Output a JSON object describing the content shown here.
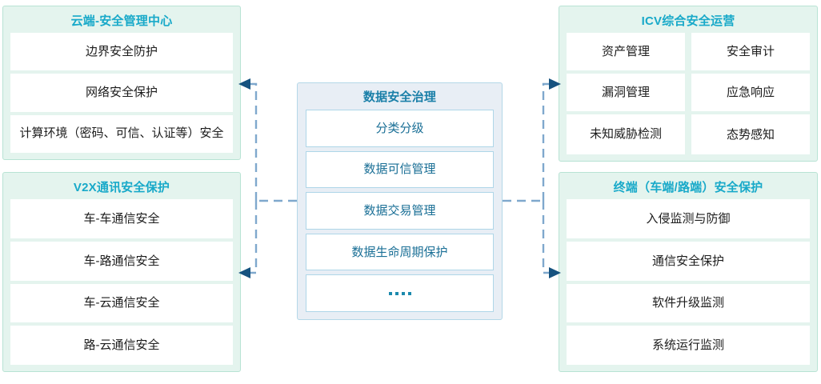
{
  "diagram": {
    "title_color": "#18a9c9",
    "center_title_color": "#1a7fa8",
    "panel_fill": "#e4f4ee",
    "center_fill": "#e8eef5",
    "connector_color": "#7fa8cd",
    "arrow_color": "#15527f"
  },
  "cloud_panel": {
    "title": "云端-安全管理中心",
    "items": [
      "边界安全防护",
      "网络安全保护",
      "计算环境（密码、可信、认证等）安全"
    ]
  },
  "v2x_panel": {
    "title": "V2X通讯安全保护",
    "items": [
      "车-车通信安全",
      "车-路通信安全",
      "车-云通信安全",
      "路-云通信安全"
    ]
  },
  "center_panel": {
    "title": "数据安全治理",
    "items": [
      "分类分级",
      "数据可信管理",
      "数据交易管理",
      "数据生命周期保护",
      "...."
    ]
  },
  "icv_panel": {
    "title": "ICV综合安全运营",
    "items": [
      "资产管理",
      "安全审计",
      "漏洞管理",
      "应急响应",
      "未知威胁检测",
      "态势感知"
    ]
  },
  "terminal_panel": {
    "title": "终端（车端/路端）安全保护",
    "items": [
      "入侵监测与防御",
      "通信安全保护",
      "软件升级监测",
      "系统运行监测"
    ]
  },
  "connectors": [
    {
      "name": "center-to-cloud",
      "direction": "left-up"
    },
    {
      "name": "center-to-v2x",
      "direction": "left-down"
    },
    {
      "name": "center-to-icv",
      "direction": "right-up"
    },
    {
      "name": "center-to-terminal",
      "direction": "right-down"
    }
  ]
}
